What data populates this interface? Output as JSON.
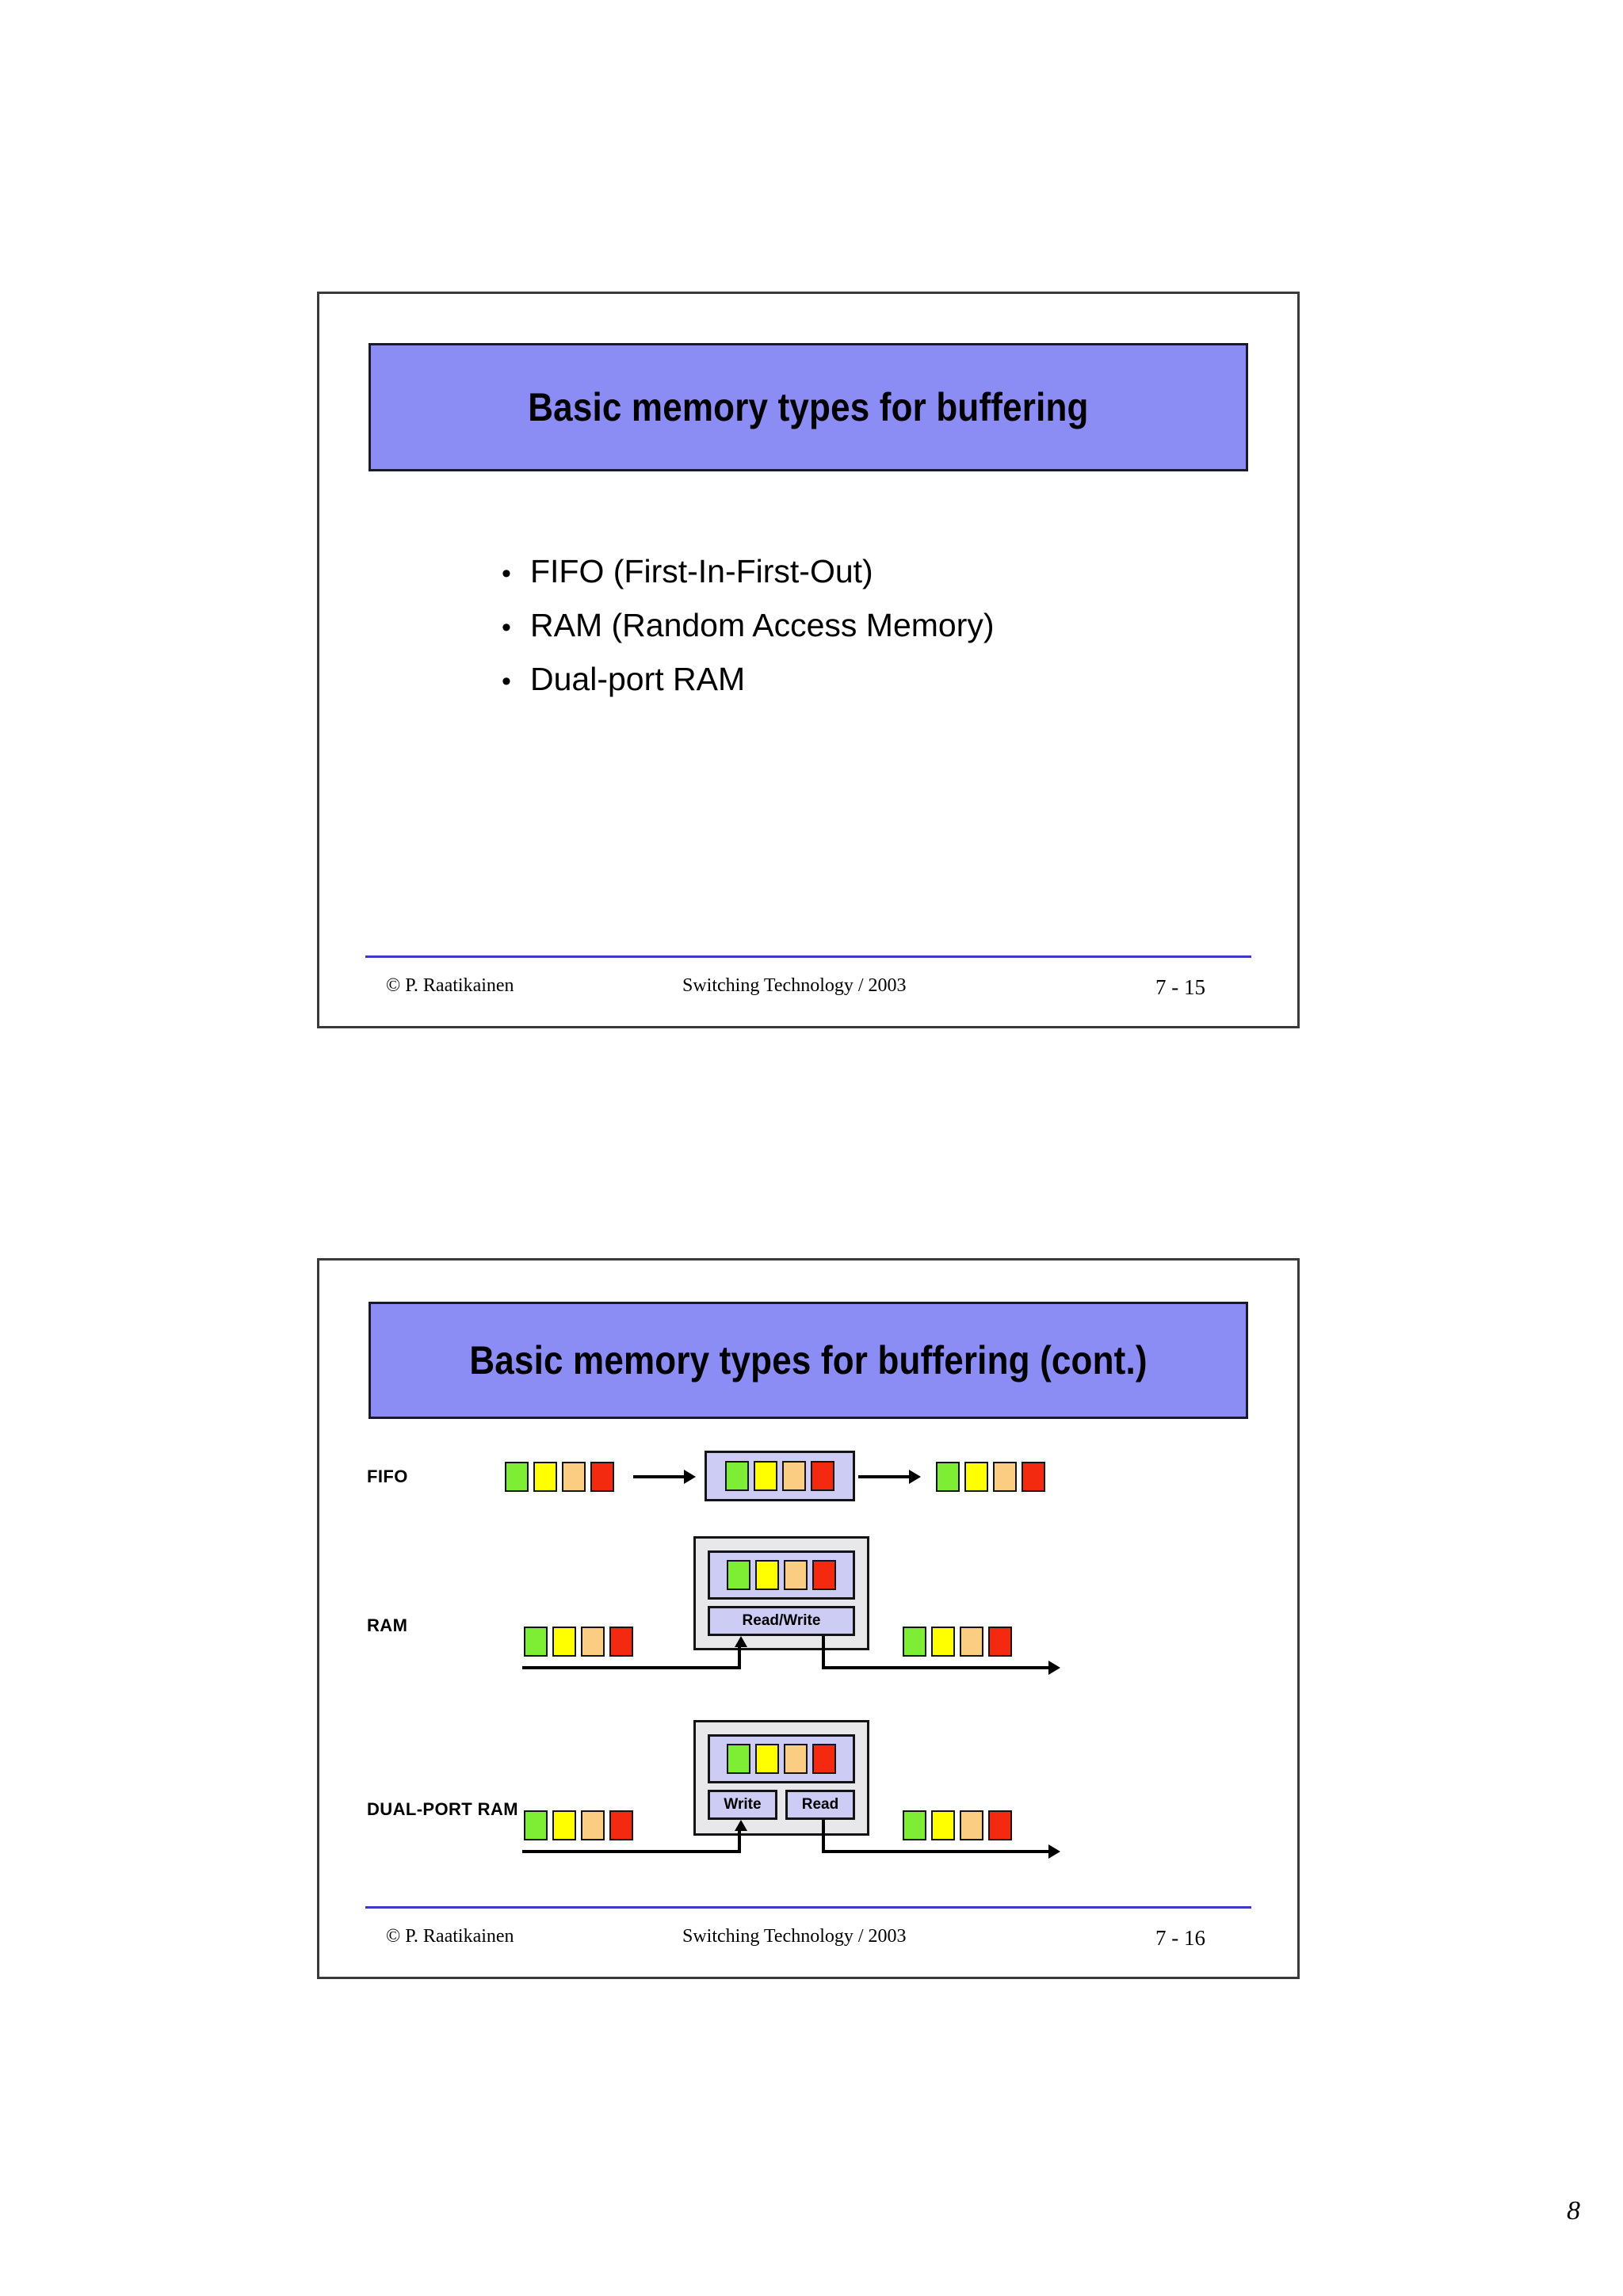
{
  "document": {
    "page_number": "8"
  },
  "slides": [
    {
      "id": "7-15",
      "title": "Basic memory types for buffering",
      "bullets": [
        {
          "marker": "•",
          "label": "FIFO (First-In-First-Out)"
        },
        {
          "marker": "•",
          "label": "RAM (Random Access Memory)"
        },
        {
          "marker": "•",
          "label": "Dual-port RAM"
        }
      ],
      "footer": {
        "copyright": "©  P. Raatikainen",
        "center": "Switching Technology  / 2003",
        "page": "7 - 15"
      }
    },
    {
      "id": "7-16",
      "title": "Basic memory types for buffering (cont.)",
      "diagram": {
        "rows": [
          {
            "label": "FIFO",
            "input_cells": [
              "green",
              "yellow",
              "tan",
              "red"
            ],
            "memory_cells": [
              "green",
              "yellow",
              "tan",
              "red"
            ],
            "output_cells": [
              "green",
              "yellow",
              "tan",
              "red"
            ],
            "ports": []
          },
          {
            "label": "RAM",
            "input_cells": [
              "green",
              "yellow",
              "tan",
              "red"
            ],
            "memory_cells": [
              "green",
              "yellow",
              "tan",
              "red"
            ],
            "output_cells": [
              "green",
              "yellow",
              "tan",
              "red"
            ],
            "ports": [
              "Read/Write"
            ]
          },
          {
            "label": "DUAL-PORT RAM",
            "input_cells": [
              "green",
              "yellow",
              "tan",
              "red"
            ],
            "memory_cells": [
              "green",
              "yellow",
              "tan",
              "red"
            ],
            "output_cells": [
              "green",
              "yellow",
              "tan",
              "red"
            ],
            "ports": [
              "Write",
              "Read"
            ]
          }
        ]
      },
      "footer": {
        "copyright": "©  P. Raatikainen",
        "center": "Switching Technology  / 2003",
        "page": "7 - 16"
      }
    }
  ],
  "colors": {
    "title_banner": "#8c8cf5",
    "memory_fill": "#ccccf5",
    "shell_fill": "#e8e8ea",
    "footer_rule": "#3b3bc4",
    "cell_green": "#7dee33",
    "cell_yellow": "#ffff00",
    "cell_tan": "#facd82",
    "cell_red": "#f42a10"
  }
}
